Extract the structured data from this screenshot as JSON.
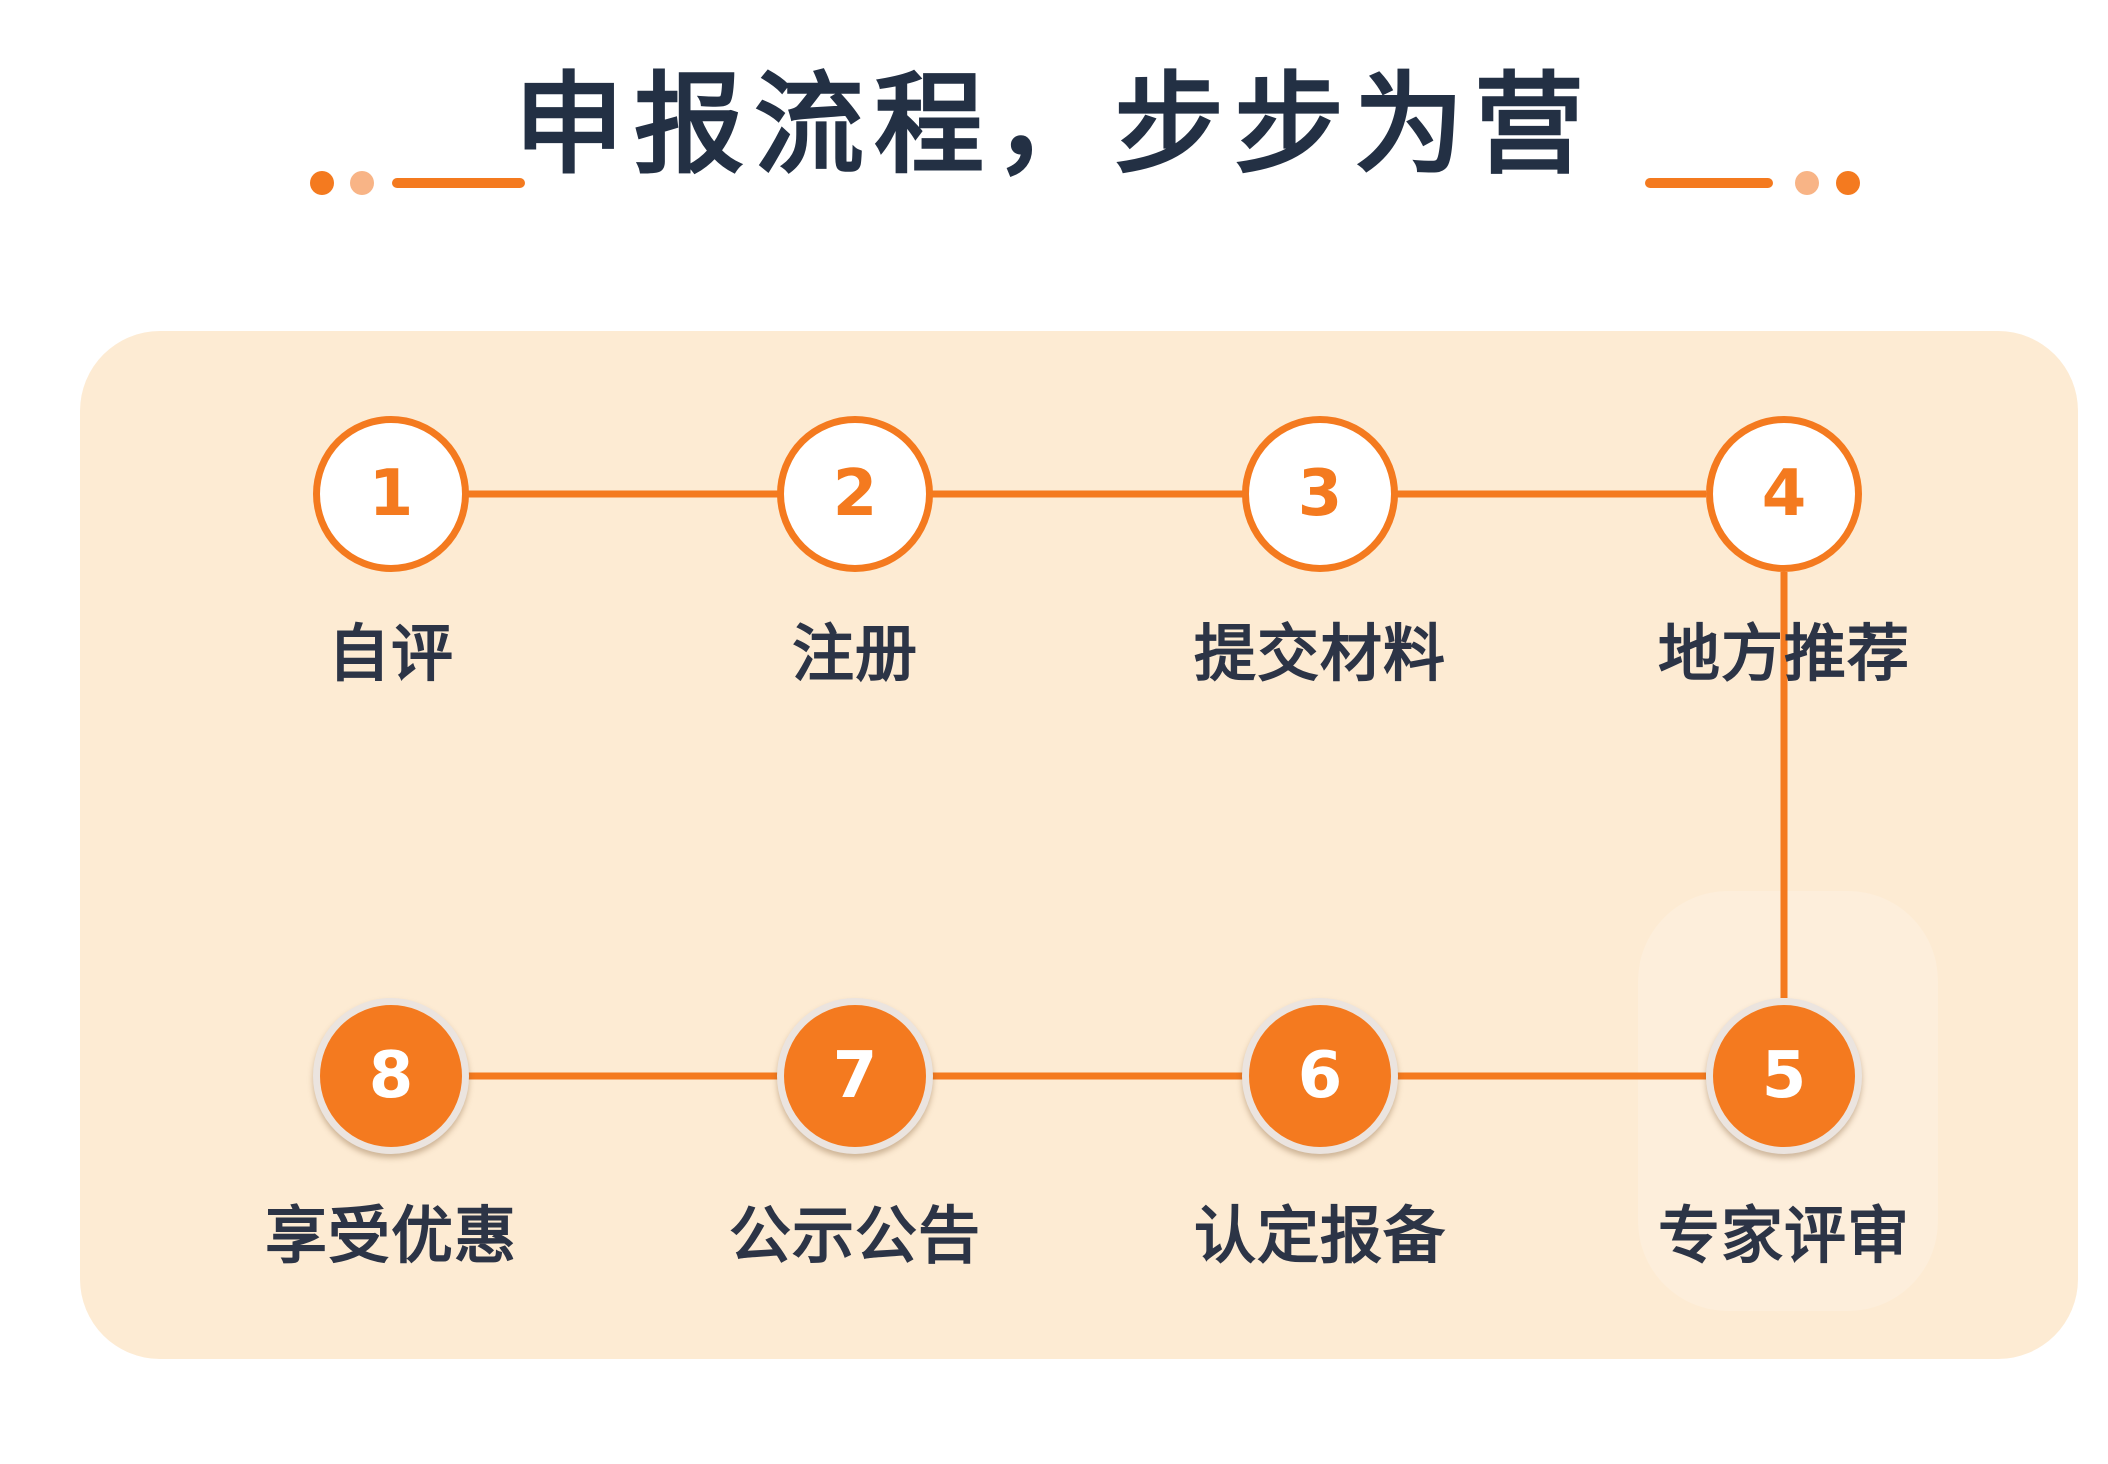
{
  "header": {
    "title": "申报流程，步步为营",
    "accent_color": "#f47a1f",
    "accent_light_color": "#f8b486",
    "title_color": "#233044"
  },
  "panel": {
    "background_color": "#fdebd3"
  },
  "steps": [
    {
      "number": "1",
      "label": "自评",
      "style": "outline"
    },
    {
      "number": "2",
      "label": "注册",
      "style": "outline"
    },
    {
      "number": "3",
      "label": "提交材料",
      "style": "outline"
    },
    {
      "number": "4",
      "label": "地方推荐",
      "style": "outline"
    },
    {
      "number": "5",
      "label": "专家评审",
      "style": "filled"
    },
    {
      "number": "6",
      "label": "认定报备",
      "style": "filled"
    },
    {
      "number": "7",
      "label": "公示公告",
      "style": "filled"
    },
    {
      "number": "8",
      "label": "享受优惠",
      "style": "filled"
    }
  ]
}
